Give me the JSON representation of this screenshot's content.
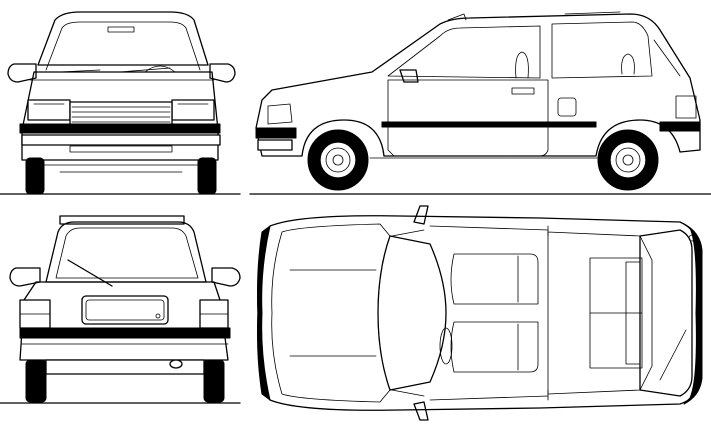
{
  "figure": {
    "views": [
      {
        "key": "front",
        "name": "front-view"
      },
      {
        "key": "side",
        "name": "side-view"
      },
      {
        "key": "rear",
        "name": "rear-view"
      },
      {
        "key": "top",
        "name": "top-view"
      }
    ],
    "colors": {
      "line": "#000000",
      "background": "#ffffff",
      "tyre": "#000000"
    }
  }
}
